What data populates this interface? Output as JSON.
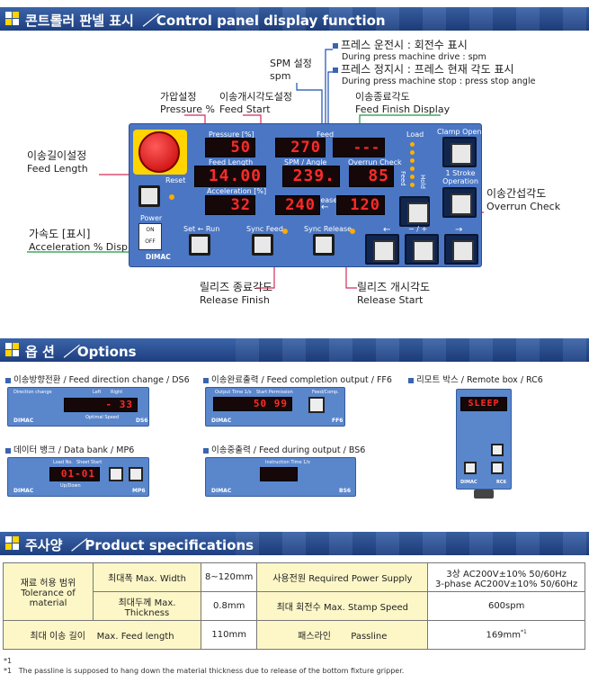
{
  "headers": {
    "control": {
      "ko": "콘트롤러 판넬 표시",
      "en": "Control panel display function"
    },
    "options": {
      "ko": "옵 션",
      "en": "Options"
    },
    "specs": {
      "ko": "주사양",
      "en": "Product specifications"
    }
  },
  "top_notes": {
    "run_ko": "프레스 운전시 : 회전수 표시",
    "run_en": "During press machine drive : spm",
    "stop_ko": "프레스 정지시 : 프레스 현재 각도 표시",
    "stop_en": "During press machine stop : press stop angle"
  },
  "annotations": {
    "spm_ko": "SPM 설정",
    "spm_en": "spm",
    "pressure_ko": "가압설정",
    "pressure_en": "Pressure %",
    "feedstart_ko": "이송개시각도설정",
    "feedstart_en": "Feed Start",
    "feedfinish_ko": "이송종료각도",
    "feedfinish_en": "Feed Finish Display",
    "feedlength_ko": "이송길이설정",
    "feedlength_en": "Feed Length",
    "overrun_ko": "이송간섭각도",
    "overrun_en": "Overrun Check",
    "accel_ko": "가속도 [표시]",
    "accel_en": "Acceleration % Display",
    "relfinish_ko": "릴리즈 종료각도",
    "relfinish_en": "Release Finish",
    "relstart_ko": "릴리즈 개시각도",
    "relstart_en": "Release Start"
  },
  "panel": {
    "labels": {
      "pressure": "Pressure [%]",
      "feed": "Feed",
      "feed_length": "Feed Length",
      "spm_angle": "SPM / Angle",
      "overrun_check": "Overrun Check",
      "acceleration": "Acceleration [%]",
      "release": "Release",
      "reset": "Reset",
      "power": "Power",
      "on": "ON",
      "off": "OFF",
      "set_run": "Set ← Run",
      "sync_feed": "Sync Feed",
      "sync_release": "Sync Release",
      "load": "Load",
      "feed_vert": "Feed",
      "hold": "Hold",
      "clamp_open": "Clamp Open",
      "stroke_op": "1 Stroke Operation",
      "brand": "DIMAC",
      "left_arrow": "←",
      "right_arrow": "→",
      "minus_plus": "− / +"
    },
    "displays": {
      "pressure": "50",
      "feed_start": "270",
      "feed_finish": "---",
      "feed_length": "14.00",
      "spm_angle": "239.",
      "overrun": "85",
      "acceleration": "32",
      "release_finish": "240",
      "release_start": "120"
    }
  },
  "options": {
    "ds6": {
      "label": "이송방향전환 / Feed direction change / DS6",
      "name": "DS6",
      "display": "- 33",
      "brand": "DIMAC",
      "panel_text": "Direction change",
      "left": "Left",
      "right": "Right",
      "sub": "Optimal Speed"
    },
    "ff6": {
      "label": "이송완료출력 / Feed completion output / FF6",
      "name": "FF6",
      "display": "50  99",
      "brand": "DIMAC",
      "t1": "Output Time 1/x",
      "t2": "Start Permission",
      "t3": "Feed/Comp."
    },
    "rc6": {
      "label": "리모트 박스 / Remote box / RC6",
      "name": "RC6",
      "display": "SLEEP",
      "brand": "DIMAC"
    },
    "mp6": {
      "label": "데이터 뱅크 / Data bank / MP6",
      "name": "MP6",
      "display": "01-01",
      "brand": "DIMAC",
      "t1": "Load No.",
      "t2": "Sheet Start",
      "t3": "Up/Down"
    },
    "bs6": {
      "label": "이송중출력 / Feed during output / BS6",
      "name": "BS6",
      "display": "",
      "brand": "DIMAC",
      "t1": "Instruction Time 1/x"
    }
  },
  "specs": {
    "material_ko": "재료 허용 범위",
    "material_en": "Tolerance of material",
    "width_ko": "최대폭",
    "width_en": "Max. Width",
    "width_val": "8~120mm",
    "thick_ko": "최대두께",
    "thick_en": "Max. Thickness",
    "thick_val": "0.8mm",
    "power_ko": "사용전원",
    "power_en": "Required Power Supply",
    "power_val1": "3상  AC200V±10%  50/60Hz",
    "power_val2": "3-phase AC200V±10% 50/60Hz",
    "stamp_ko": "최대 회전수",
    "stamp_en": "Max. Stamp Speed",
    "stamp_val": "600spm",
    "feed_ko": "최대 이송 길이",
    "feed_en": "Max. Feed length",
    "feed_val": "110mm",
    "pass_ko": "패스라인",
    "pass_en": "Passline",
    "pass_val": "169mm",
    "pass_sup": "*1"
  },
  "footnote": {
    "mark1": "*1",
    "mark2": "*1",
    "text": "The passline is supposed to hang down the material thickness due to release of the bottom fixture gripper."
  },
  "colors": {
    "header": "#2a4f94",
    "panel": "#4a76c4",
    "segment": "#ff2a2a",
    "spec_cell": "#fdf7c8"
  }
}
